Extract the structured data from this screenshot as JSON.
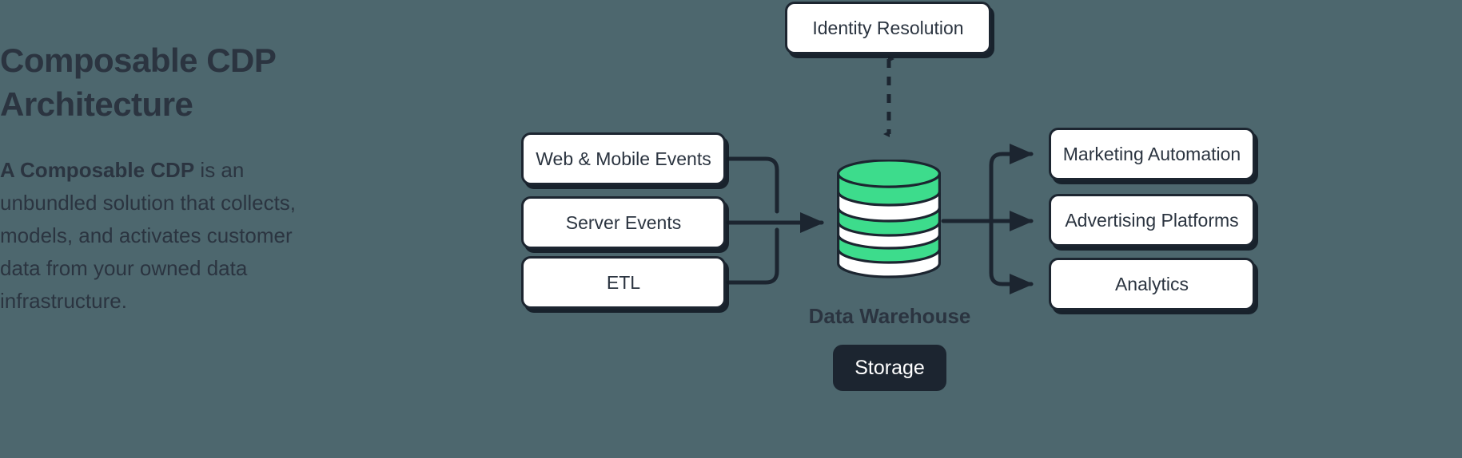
{
  "background_color": "#4d676e",
  "accent_color": "#3ddc8c",
  "ink_color": "#1c2530",
  "text_color": "#2b3440",
  "left_panel": {
    "headline": "Composable CDP Architecture",
    "body_lead": "A Composable CDP",
    "body_rest": " is an unbundled solution that collects, models, and activates customer data from your owned data infrastructure."
  },
  "diagram": {
    "sources": [
      {
        "id": "web-mobile-events",
        "label": "Web & Mobile Events"
      },
      {
        "id": "server-events",
        "label": "Server Events"
      },
      {
        "id": "etl",
        "label": "ETL"
      }
    ],
    "top_node": {
      "id": "identity-resolution",
      "label": "Identity Resolution"
    },
    "warehouse": {
      "label": "Data Warehouse",
      "badge": "Storage",
      "icon": "database-cylinder-icon"
    },
    "destinations": [
      {
        "id": "marketing-automation",
        "label": "Marketing Automation"
      },
      {
        "id": "advertising-platforms",
        "label": "Advertising Platforms"
      },
      {
        "id": "analytics",
        "label": "Analytics"
      }
    ],
    "connectors": [
      {
        "id": "sources-to-warehouse",
        "style": "solid",
        "arrow": "single"
      },
      {
        "id": "identity-to-warehouse",
        "style": "dashed",
        "arrow": "double"
      },
      {
        "id": "warehouse-to-destinations",
        "style": "solid",
        "arrow": "single"
      }
    ]
  }
}
